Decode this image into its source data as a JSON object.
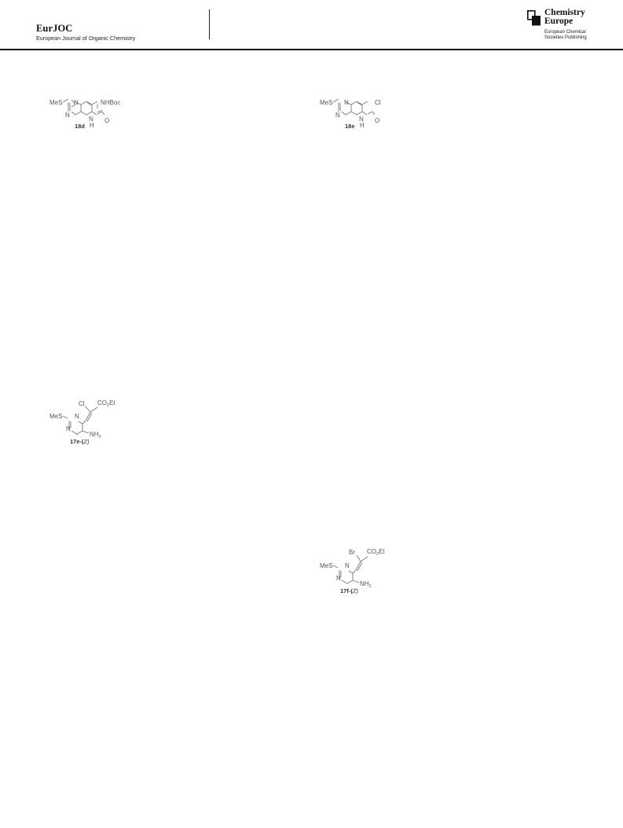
{
  "header": {
    "journal_name": "EurJOC",
    "journal_subtitle": "European Journal of Organic Chemistry",
    "publisher_name_line1": "Chemistry",
    "publisher_name_line2": "Europe",
    "publisher_sub_line1": "European Chemical",
    "publisher_sub_line2": "Societies Publishing"
  },
  "structures": {
    "s18d": {
      "label": "18d",
      "atoms": {
        "mes": "MeS",
        "n1": "N",
        "n2": "N",
        "substituent": "NHBoc",
        "nh_n": "N",
        "nh_h": "H",
        "o": "O"
      }
    },
    "s18e": {
      "label": "18e",
      "atoms": {
        "mes": "MeS",
        "n1": "N",
        "n2": "N",
        "substituent": "Cl",
        "nh_n": "N",
        "nh_h": "H",
        "o": "O"
      }
    },
    "s17e": {
      "label_main": "17e-(",
      "label_italic": "Z",
      "label_close": ")",
      "atoms": {
        "mes": "MeS",
        "n1": "N",
        "n2": "N",
        "halogen": "Cl",
        "ester_main": "CO",
        "ester_sub": "2",
        "ester_end": "Et",
        "amine_main": "NH",
        "amine_sub": "2"
      }
    },
    "s17f": {
      "label_main": "17f-(",
      "label_italic": "Z",
      "label_close": ")",
      "atoms": {
        "mes": "MeS",
        "n1": "N",
        "n2": "N",
        "halogen": "Br",
        "ester_main": "CO",
        "ester_sub": "2",
        "ester_end": "Et",
        "amine_main": "NH",
        "amine_sub": "2"
      }
    }
  }
}
